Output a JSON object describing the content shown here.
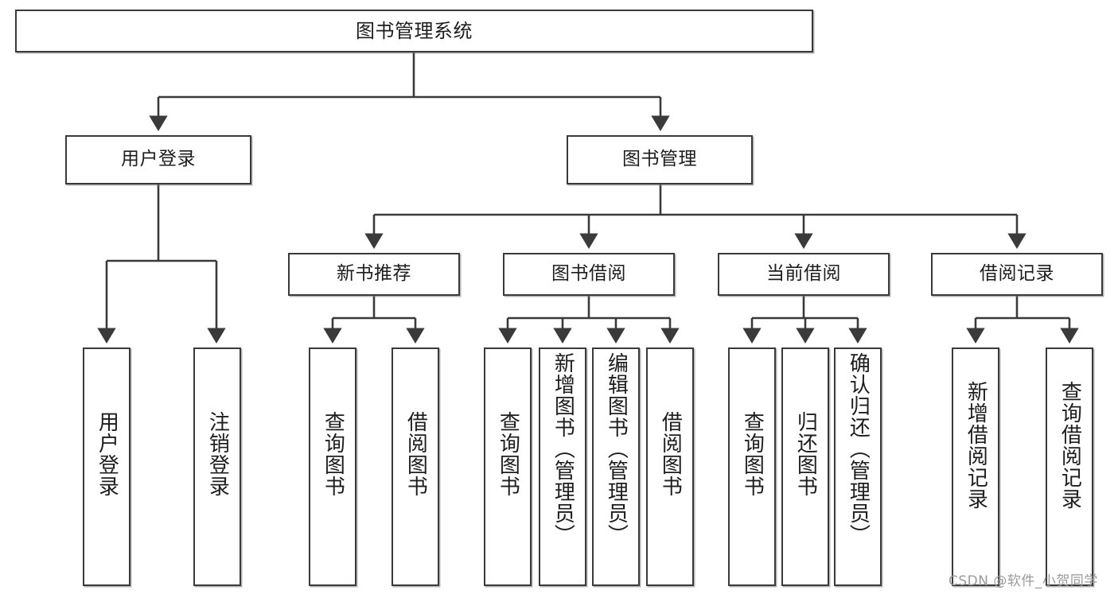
{
  "diagram": {
    "title": "图书管理系统",
    "type": "tree",
    "root": {
      "id": "root",
      "label": "图书管理系统"
    },
    "level1": [
      {
        "id": "user-login",
        "label": "用户登录"
      },
      {
        "id": "book-manage",
        "label": "图书管理"
      }
    ],
    "level2": [
      {
        "id": "new-book-rec",
        "label": "新书推荐",
        "parent": "book-manage"
      },
      {
        "id": "book-borrow",
        "label": "图书借阅",
        "parent": "book-manage"
      },
      {
        "id": "current-borrow",
        "label": "当前借阅",
        "parent": "book-manage"
      },
      {
        "id": "borrow-record",
        "label": "借阅记录",
        "parent": "book-manage"
      }
    ],
    "leaves": [
      {
        "id": "leaf-user-login",
        "label": "用户登录",
        "parent": "user-login"
      },
      {
        "id": "leaf-logout",
        "label": "注销登录",
        "parent": "user-login"
      },
      {
        "id": "leaf-query-book-1",
        "label": "查询图书",
        "parent": "new-book-rec"
      },
      {
        "id": "leaf-borrow-book-1",
        "label": "借阅图书",
        "parent": "new-book-rec"
      },
      {
        "id": "leaf-query-book-2",
        "label": "查询图书",
        "parent": "book-borrow"
      },
      {
        "id": "leaf-add-book",
        "label": "新增图书（管理员）",
        "parent": "book-borrow"
      },
      {
        "id": "leaf-edit-book",
        "label": "编辑图书（管理员）",
        "parent": "book-borrow"
      },
      {
        "id": "leaf-borrow-book-2",
        "label": "借阅图书",
        "parent": "book-borrow"
      },
      {
        "id": "leaf-query-book-3",
        "label": "查询图书",
        "parent": "current-borrow"
      },
      {
        "id": "leaf-return-book",
        "label": "归还图书",
        "parent": "current-borrow"
      },
      {
        "id": "leaf-confirm-return",
        "label": "确认归还（管理员）",
        "parent": "current-borrow"
      },
      {
        "id": "leaf-add-record",
        "label": "新增借阅记录",
        "parent": "borrow-record"
      },
      {
        "id": "leaf-query-record",
        "label": "查询借阅记录",
        "parent": "borrow-record"
      }
    ],
    "colors": {
      "border": "#3a3a3a",
      "fill": "#ffffff",
      "text": "#1d1d1d",
      "edge": "#3a3a3a",
      "watermark": "#9a9a9a"
    }
  },
  "watermark": {
    "text": "CSDN @软件_小贺同学"
  }
}
